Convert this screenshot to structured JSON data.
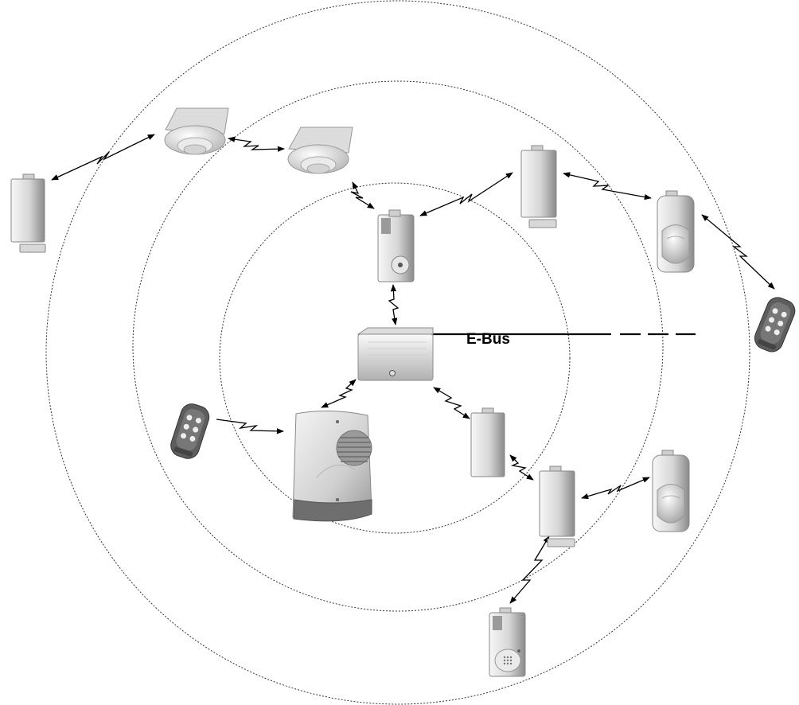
{
  "diagram": {
    "bus_label": "E-Bus",
    "colors": {
      "line": "#000000",
      "ring": "#333333",
      "device_light": "#eeeeee",
      "device_mid": "#c8c8c8",
      "device_dark": "#7a7a7a",
      "remote_body": "#5a5a5a"
    },
    "nodes": [
      {
        "name": "central-unit",
        "icon": "control-panel-icon"
      },
      {
        "name": "siren",
        "icon": "outdoor-siren-icon"
      },
      {
        "name": "repeater-sounder",
        "icon": "repeater-sounder-icon"
      },
      {
        "name": "smoke-detector-outer",
        "icon": "smoke-detector-icon"
      },
      {
        "name": "smoke-detector-inner",
        "icon": "smoke-detector-icon"
      },
      {
        "name": "contact-top-left",
        "icon": "door-contact-icon"
      },
      {
        "name": "contact-top-right",
        "icon": "door-contact-icon"
      },
      {
        "name": "motion-top-right",
        "icon": "motion-detector-icon"
      },
      {
        "name": "remote-right",
        "icon": "remote-control-icon"
      },
      {
        "name": "remote-left",
        "icon": "remote-control-icon"
      },
      {
        "name": "transmitter-center",
        "icon": "transmitter-icon"
      },
      {
        "name": "contact-bottom",
        "icon": "door-contact-icon"
      },
      {
        "name": "motion-bottom-right",
        "icon": "motion-detector-icon"
      },
      {
        "name": "glass-break-bottom",
        "icon": "glass-break-detector-icon"
      }
    ]
  }
}
